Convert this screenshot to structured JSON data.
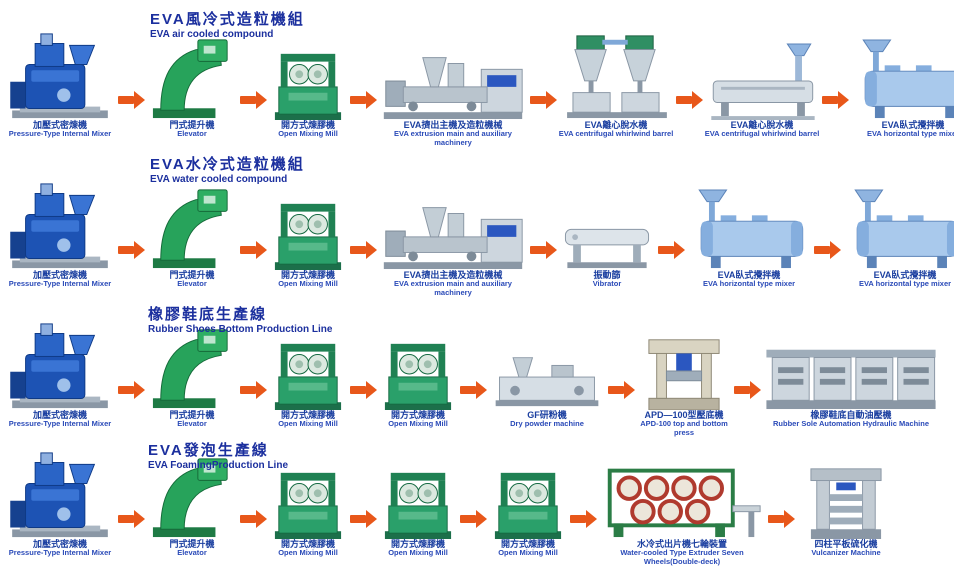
{
  "colors": {
    "arrow_orange": "#e8571a",
    "title_blue": "#1b2f9e",
    "label_blue": "#1b3fa0",
    "machine_blue": "#1d53b4",
    "machine_green": "#27a35b",
    "mill_green": "#2aa06a",
    "machine_gray": "#cdd6de",
    "tank_light_blue": "#a9c9ec"
  },
  "rows": [
    {
      "title_cn": "EVA風冷式造粒機組",
      "title_en": "EVA air cooled compound",
      "machines": [
        {
          "icon": "internal-mixer",
          "cn": "加壓式密煉機",
          "en": "Pressure-Type Internal Mixer"
        },
        {
          "icon": "elevator",
          "cn": "門式提升機",
          "en": "Elevator"
        },
        {
          "icon": "mixing-mill",
          "cn": "開方式煉膠機",
          "en": "Open Mixing Mill"
        },
        {
          "icon": "extruder",
          "cn": "EVA擠出主機及造粒機械",
          "en": "EVA extrusion main and auxiliary machinery"
        },
        {
          "icon": "cyclone-tanks",
          "cn": "EVA離心脫水機",
          "en": "EVA centrifugal whirlwind barrel"
        },
        {
          "icon": "sieve",
          "cn": "EVA離心脫水機",
          "en": "EVA centrifugal whirlwind barrel"
        },
        {
          "icon": "horizontal-mixer",
          "cn": "EVA臥式攪拌機",
          "en": "EVA horizontal type mixer"
        }
      ]
    },
    {
      "title_cn": "EVA水冷式造粒機組",
      "title_en": "EVA water cooled compound",
      "machines": [
        {
          "icon": "internal-mixer",
          "cn": "加壓式密煉機",
          "en": "Pressure-Type Internal Mixer"
        },
        {
          "icon": "elevator",
          "cn": "門式提升機",
          "en": "Elevator"
        },
        {
          "icon": "mixing-mill",
          "cn": "開方式煉膠機",
          "en": "Open Mixing Mill"
        },
        {
          "icon": "extruder",
          "cn": "EVA擠出主機及造粒機械",
          "en": "EVA extrusion main and auxiliary machinery"
        },
        {
          "icon": "vibrator-table",
          "cn": "振動篩",
          "en": "Vibrator"
        },
        {
          "icon": "horizontal-mixer",
          "cn": "EVA臥式攪拌機",
          "en": "EVA horizontal type mixer"
        },
        {
          "icon": "horizontal-mixer",
          "cn": "EVA臥式攪拌機",
          "en": "EVA horizontal type mixer"
        }
      ]
    },
    {
      "title_cn": "橡膠鞋底生產線",
      "title_en": "Rubber Shoes Bottom Production Line",
      "machines": [
        {
          "icon": "internal-mixer",
          "cn": "加壓式密煉機",
          "en": "Pressure-Type Internal Mixer"
        },
        {
          "icon": "elevator",
          "cn": "門式提升機",
          "en": "Elevator"
        },
        {
          "icon": "mixing-mill",
          "cn": "開方式煉膠機",
          "en": "Open Mixing Mill"
        },
        {
          "icon": "mixing-mill",
          "cn": "開方式煉膠機",
          "en": "Open Mixing Mill"
        },
        {
          "icon": "powder-mill",
          "cn": "GF研粉機",
          "en": "Dry powder machine"
        },
        {
          "icon": "press",
          "cn": "APD—100型壓底機",
          "en": "APD-100 top and bottom press"
        },
        {
          "icon": "hydraulic-line",
          "cn": "橡膠鞋底自動油壓機",
          "en": "Rubber Sole Automation Hydraulic Machine"
        }
      ]
    },
    {
      "title_cn": "EVA發泡生產線",
      "title_en": "EVA FoamingProduction Line",
      "machines": [
        {
          "icon": "internal-mixer",
          "cn": "加壓式密煉機",
          "en": "Pressure-Type Internal Mixer"
        },
        {
          "icon": "elevator",
          "cn": "門式提升機",
          "en": "Elevator"
        },
        {
          "icon": "mixing-mill",
          "cn": "開方式煉膠機",
          "en": "Open Mixing Mill"
        },
        {
          "icon": "mixing-mill",
          "cn": "開方式煉膠機",
          "en": "Open Mixing Mill"
        },
        {
          "icon": "mixing-mill",
          "cn": "開方式煉膠機",
          "en": "Open Mixing Mill"
        },
        {
          "icon": "seven-wheel",
          "cn": "水冷式出片機七輪裝置",
          "en": "Water-cooled Type Extruder Seven Wheels(Double-deck)"
        },
        {
          "icon": "vulcanizer",
          "cn": "四柱平板硫化機",
          "en": "Vulcanizer Machine"
        }
      ]
    }
  ]
}
